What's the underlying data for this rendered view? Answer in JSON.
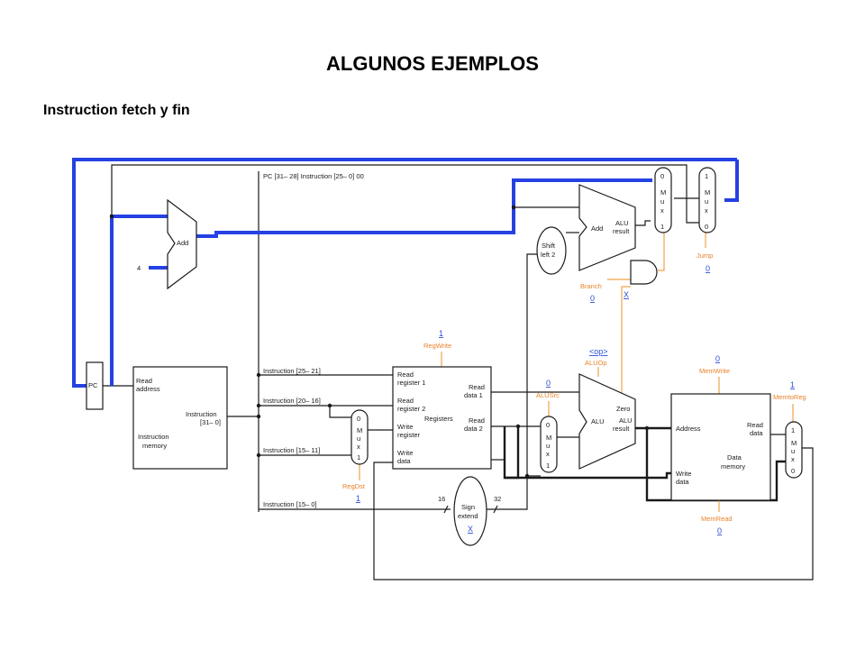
{
  "slide": {
    "title": "ALGUNOS EJEMPLOS",
    "subtitle": "Instruction fetch y fin"
  },
  "colors": {
    "active_path": "#2541e3",
    "control": "#e8822a",
    "value": "#2b4fd6",
    "wire": "#1a1a1a"
  },
  "diagram": {
    "pc": "PC",
    "add_pc": "Add",
    "four": "4",
    "jump_addr": "PC [31– 28]  Instruction [25– 0]  00",
    "imem": {
      "l1": "Read",
      "l2": "address",
      "l3": "Instruction",
      "l4": "[31– 0]",
      "l5": "Instruction",
      "l6": "memory"
    },
    "fields": {
      "f1": "Instruction [25– 21]",
      "f2": "Instruction [20– 16]",
      "f3": "Instruction [15– 11]",
      "f4": "Instruction [15– 0]"
    },
    "regs": {
      "rr1a": "Read",
      "rr1b": "register 1",
      "rr2a": "Read",
      "rr2b": "register 2",
      "wra": "Write",
      "wrb": "register",
      "wda": "Write",
      "wdb": "data",
      "name": "Registers",
      "rd1a": "Read",
      "rd1b": "data 1",
      "rd2a": "Read",
      "rd2b": "data 2"
    },
    "mux_regdst": {
      "top": "0",
      "m": "M",
      "u": "u",
      "x": "x",
      "bot": "1"
    },
    "mux_alusrc": {
      "top": "0",
      "m": "M",
      "u": "u",
      "x": "x",
      "bot": "1"
    },
    "mux_memtoreg": {
      "top": "1",
      "m": "M",
      "u": "u",
      "x": "x",
      "bot": "0"
    },
    "mux_branch": {
      "top": "0",
      "m": "M",
      "u": "u",
      "x": "x",
      "bot": "1"
    },
    "mux_jump": {
      "top": "1",
      "m": "M",
      "u": "u",
      "x": "x",
      "bot": "0"
    },
    "sign_extend": {
      "l1": "Sign",
      "l2": "extend",
      "in_bits": "16",
      "out_bits": "32"
    },
    "shift": {
      "l1": "Shift",
      "l2": "left 2"
    },
    "add_branch": {
      "name": "Add",
      "r1": "ALU",
      "r2": "result"
    },
    "alu": {
      "name": "ALU",
      "zero": "Zero",
      "r1": "ALU",
      "r2": "result"
    },
    "dmem": {
      "addr": "Address",
      "rda": "Read",
      "rdb": "data",
      "wda": "Write",
      "wdb": "data",
      "n1": "Data",
      "n2": "memory"
    },
    "control": {
      "regwrite": {
        "name": "RegWrite",
        "value": "1"
      },
      "regdst": {
        "name": "RegDst",
        "value": "1"
      },
      "alusrc": {
        "name": "ALUSrc",
        "value": "0"
      },
      "aluop": {
        "name": "ALUOp",
        "value": "<op>"
      },
      "memwrite": {
        "name": "MemWrite",
        "value": "0"
      },
      "memread": {
        "name": "MemRead",
        "value": "0"
      },
      "memtoreg": {
        "name": "MemtoReg",
        "value": "1"
      },
      "branch": {
        "name": "Branch",
        "value": "0"
      },
      "jump": {
        "name": "Jump",
        "value": "0"
      },
      "zero_value": "X",
      "signext_value": "X"
    }
  }
}
